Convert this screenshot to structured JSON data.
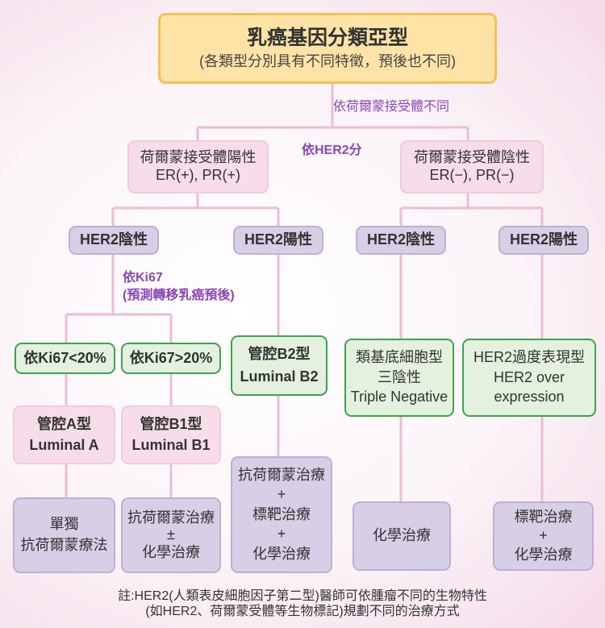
{
  "title": {
    "main": "乳癌基因分類亞型",
    "sub": "(各類型分別具有不同特徵，預後也不同)"
  },
  "branch_labels": {
    "by_hormone": "依荷爾蒙接受體不同",
    "by_her2": "依HER2分",
    "by_ki67": "依Ki67",
    "by_ki67_note": "(預測轉移乳癌預後)"
  },
  "hormone_positive": {
    "line1": "荷爾蒙接受體陽性",
    "line2": "ER(+), PR(+)"
  },
  "hormone_negative": {
    "line1": "荷爾蒙接受體陰性",
    "line2": "ER(−), PR(−)"
  },
  "her2_nodes": [
    "HER2陰性",
    "HER2陽性",
    "HER2陰性",
    "HER2陽性"
  ],
  "ki67_nodes": [
    "依Ki67<20%",
    "依Ki67>20%"
  ],
  "subtypes": {
    "luminal_b2": {
      "line1": "管腔B2型",
      "line2": "Luminal B2"
    },
    "triple_negative": {
      "line1": "類基底細胞型",
      "line2": "三陰性",
      "line3": "Triple Negative"
    },
    "her2_over": {
      "line1": "HER2過度表現型",
      "line2": "HER2 over",
      "line3": "expression"
    },
    "luminal_a": {
      "line1": "管腔A型",
      "line2": "Luminal A"
    },
    "luminal_b1": {
      "line1": "管腔B1型",
      "line2": "Luminal B1"
    }
  },
  "treatments": {
    "t1": {
      "line1": "單獨",
      "line2": "抗荷爾蒙療法"
    },
    "t2": {
      "line1": "抗荷爾蒙治療",
      "line2": "±",
      "line3": "化學治療"
    },
    "t3": {
      "line1": "抗荷爾蒙治療",
      "line2": "+",
      "line3": "標靶治療",
      "line4": "+",
      "line5": "化學治療"
    },
    "t4": {
      "line1": "化學治療"
    },
    "t5": {
      "line1": "標靶治療",
      "line2": "+",
      "line3": "化學治療"
    }
  },
  "footnote": {
    "line1": "註:HER2(人類表皮細胞因子第二型)醫師可依腫瘤不同的生物特性",
    "line2": "(如HER2、荷爾蒙受體等生物標記)規劃不同的治療方式"
  },
  "colors": {
    "title_fill": "#fde3a6",
    "pink_fill": "#f6dde9",
    "lavender_fill": "#d7cfe6",
    "green_fill": "#e3f1de",
    "green_border": "#3fa24e",
    "purple_text": "#8a47b8",
    "connector": "#eebcd3"
  }
}
